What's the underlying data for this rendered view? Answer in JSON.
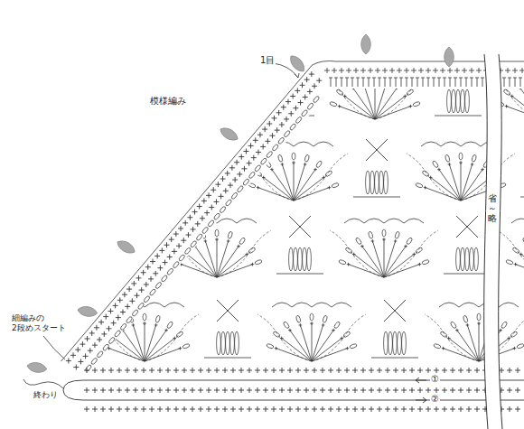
{
  "diagram": {
    "labels": [
      "模様編み",
      "1目",
      "細編みの 2段めスタート",
      "終わり",
      "省～略",
      "①",
      "②"
    ]
  }
}
